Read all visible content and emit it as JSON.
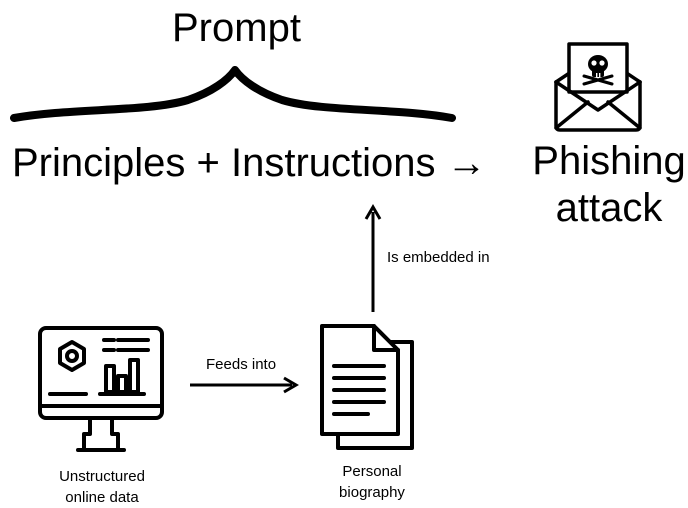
{
  "prompt_label": "Prompt",
  "formula": {
    "principles": "Principles",
    "plus": "+",
    "instructions": "Instructions",
    "arrow": "→"
  },
  "outcome": {
    "line1": "Phishing",
    "line2": "attack"
  },
  "edges": {
    "feeds_into": "Feeds into",
    "embedded_in": "Is embedded in"
  },
  "nodes": {
    "unstructured": {
      "line1": "Unstructured",
      "line2": "online data"
    },
    "biography": {
      "line1": "Personal",
      "line2": "biography"
    }
  },
  "icons": [
    "envelope-skull-icon",
    "monitor-dashboard-icon",
    "document-stack-icon"
  ]
}
